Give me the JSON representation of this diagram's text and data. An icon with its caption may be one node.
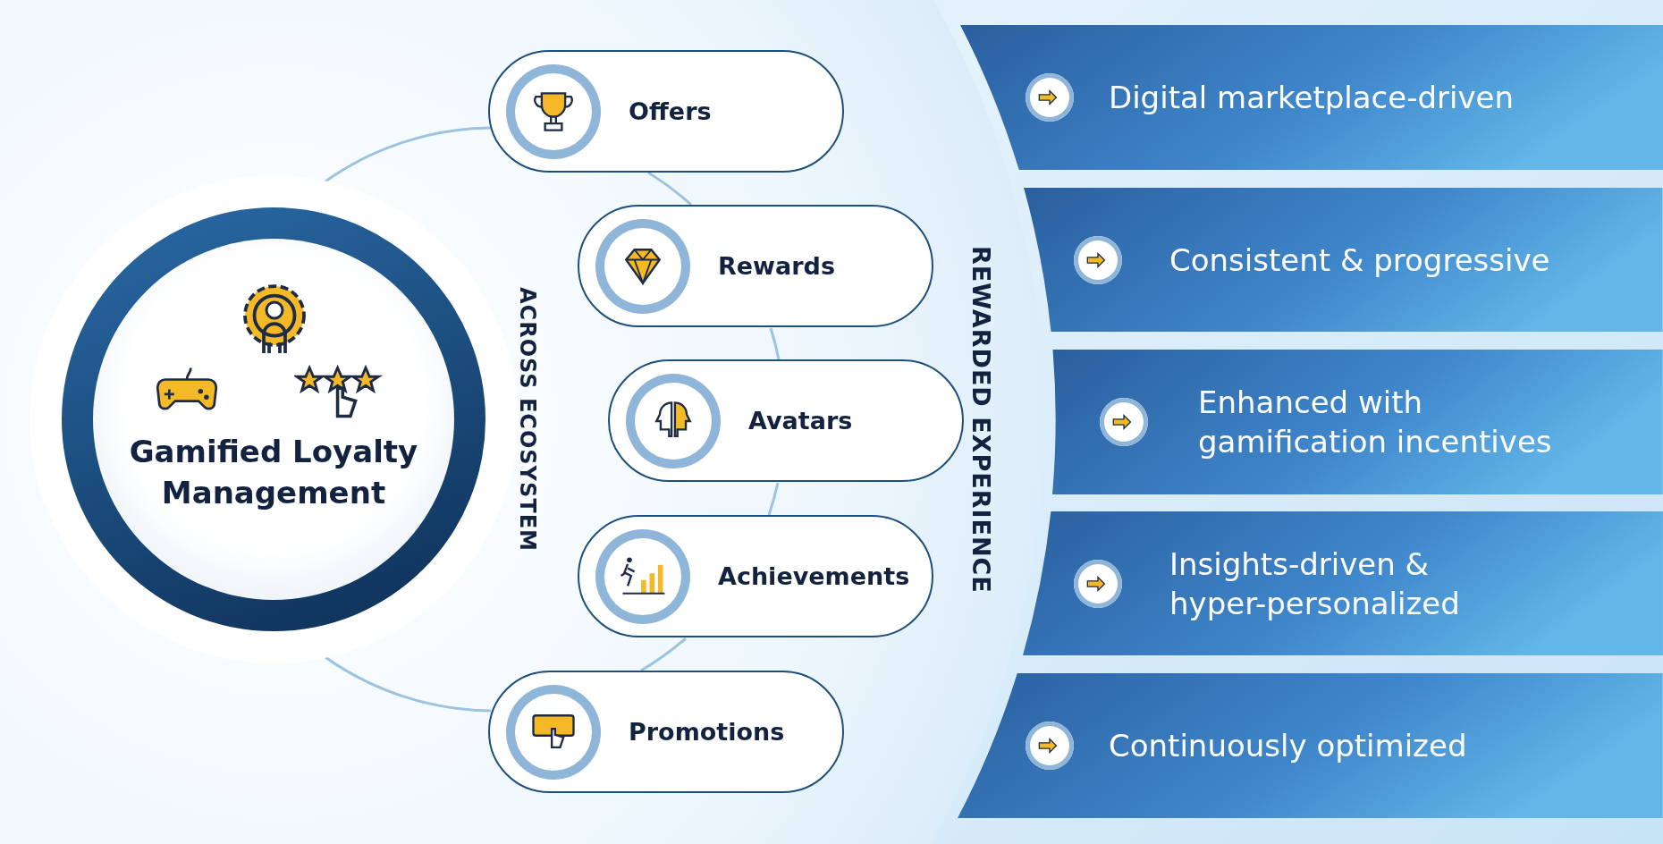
{
  "diagram": {
    "nodes": [
      {
        "text": [
          "Gamified Loyalty Management"
        ]
      },
      {
        "text": [
          "Offers"
        ]
      },
      {
        "text": [
          "Rewards"
        ]
      },
      {
        "text": [
          "Avatars"
        ]
      },
      {
        "text": [
          "Achievements"
        ]
      },
      {
        "text": [
          "Promotions"
        ]
      },
      {
        "text": [
          "Digital marketplace-driven"
        ]
      },
      {
        "text": [
          "Consistent & progressive"
        ]
      },
      {
        "text": [
          "Enhanced with gamification incentives"
        ]
      },
      {
        "text": [
          "Insights-driven & hyper-personalized"
        ]
      },
      {
        "text": [
          "Continuously optimized"
        ]
      }
    ],
    "edges": [
      {
        "from": 0,
        "to": 1,
        "arrow": "none"
      },
      {
        "from": 1,
        "to": 2,
        "arrow": "none"
      },
      {
        "from": 2,
        "to": 3,
        "arrow": "none"
      },
      {
        "from": 3,
        "to": 4,
        "arrow": "none"
      },
      {
        "from": 4,
        "to": 5,
        "arrow": "none"
      },
      {
        "from": 5,
        "to": 0,
        "arrow": "none"
      }
    ],
    "labels": [
      "ACROSS ECOSYSTEM",
      "REWARDED EXPERIENCE"
    ]
  }
}
